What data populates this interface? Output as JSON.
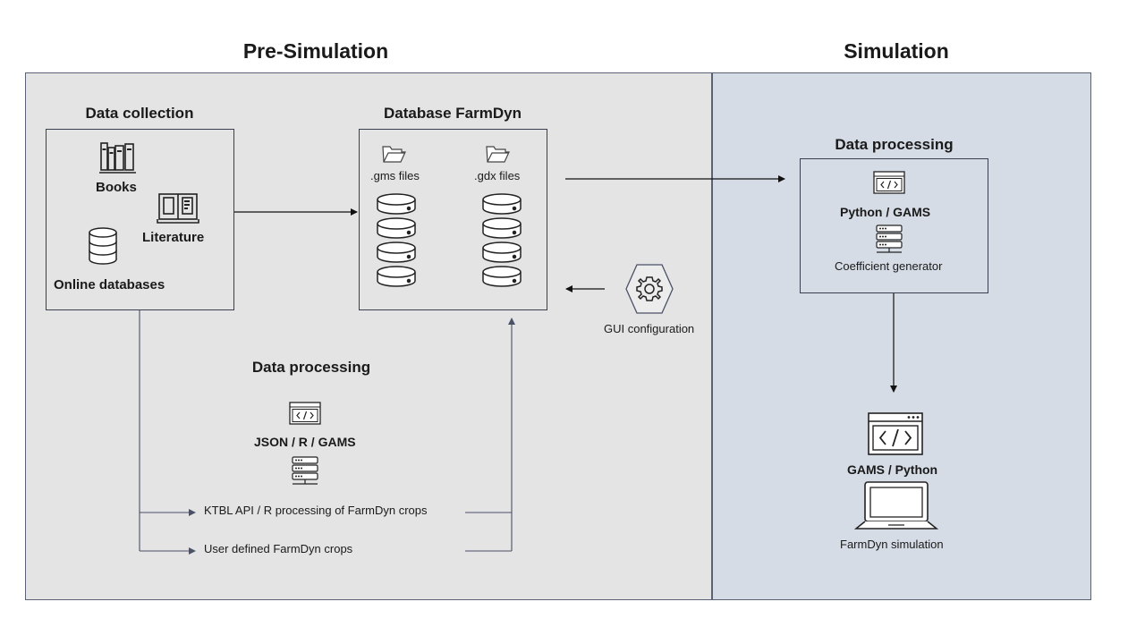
{
  "sections": {
    "pre_simulation": "Pre-Simulation",
    "simulation": "Simulation"
  },
  "data_collection": {
    "title": "Data collection",
    "books": "Books",
    "literature": "Literature",
    "online_databases": "Online databases"
  },
  "database": {
    "title": "Database FarmDyn",
    "gms": ".gms files",
    "gdx": ".gdx files"
  },
  "gui": {
    "label": "GUI configuration"
  },
  "pre_processing": {
    "title": "Data processing",
    "tools": "JSON / R / GAMS",
    "ktbl": "KTBL API / R processing of FarmDyn crops",
    "user_defined": "User defined FarmDyn crops"
  },
  "sim_processing": {
    "title": "Data processing",
    "tools": "Python / GAMS",
    "coefficient": "Coefficient generator"
  },
  "simulation_run": {
    "tools": "GAMS / Python",
    "label": "FarmDyn simulation"
  },
  "icons": [
    "books-icon",
    "literature-icon",
    "database-icon",
    "folder-icon",
    "code-window-icon",
    "server-icon",
    "gear-icon",
    "laptop-icon"
  ],
  "colors": {
    "pre_panel": "#e4e4e4",
    "sim_panel": "#d6dce6",
    "connector": "#4a5168"
  }
}
